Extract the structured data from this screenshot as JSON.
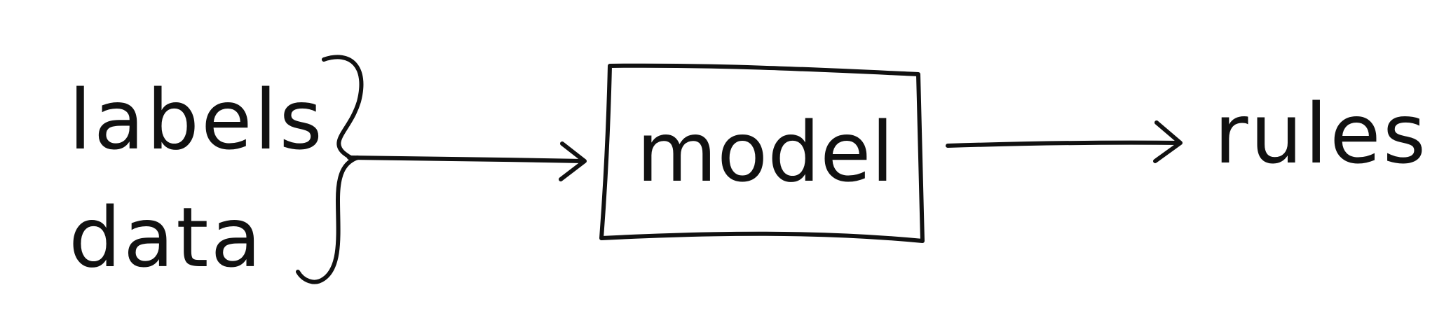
{
  "diagram": {
    "inputs": {
      "top_label": "labels",
      "bottom_label": "data"
    },
    "process": {
      "label": "model"
    },
    "output": {
      "label": "rules"
    },
    "colors": {
      "ink": "#111111",
      "background": "#ffffff"
    }
  }
}
